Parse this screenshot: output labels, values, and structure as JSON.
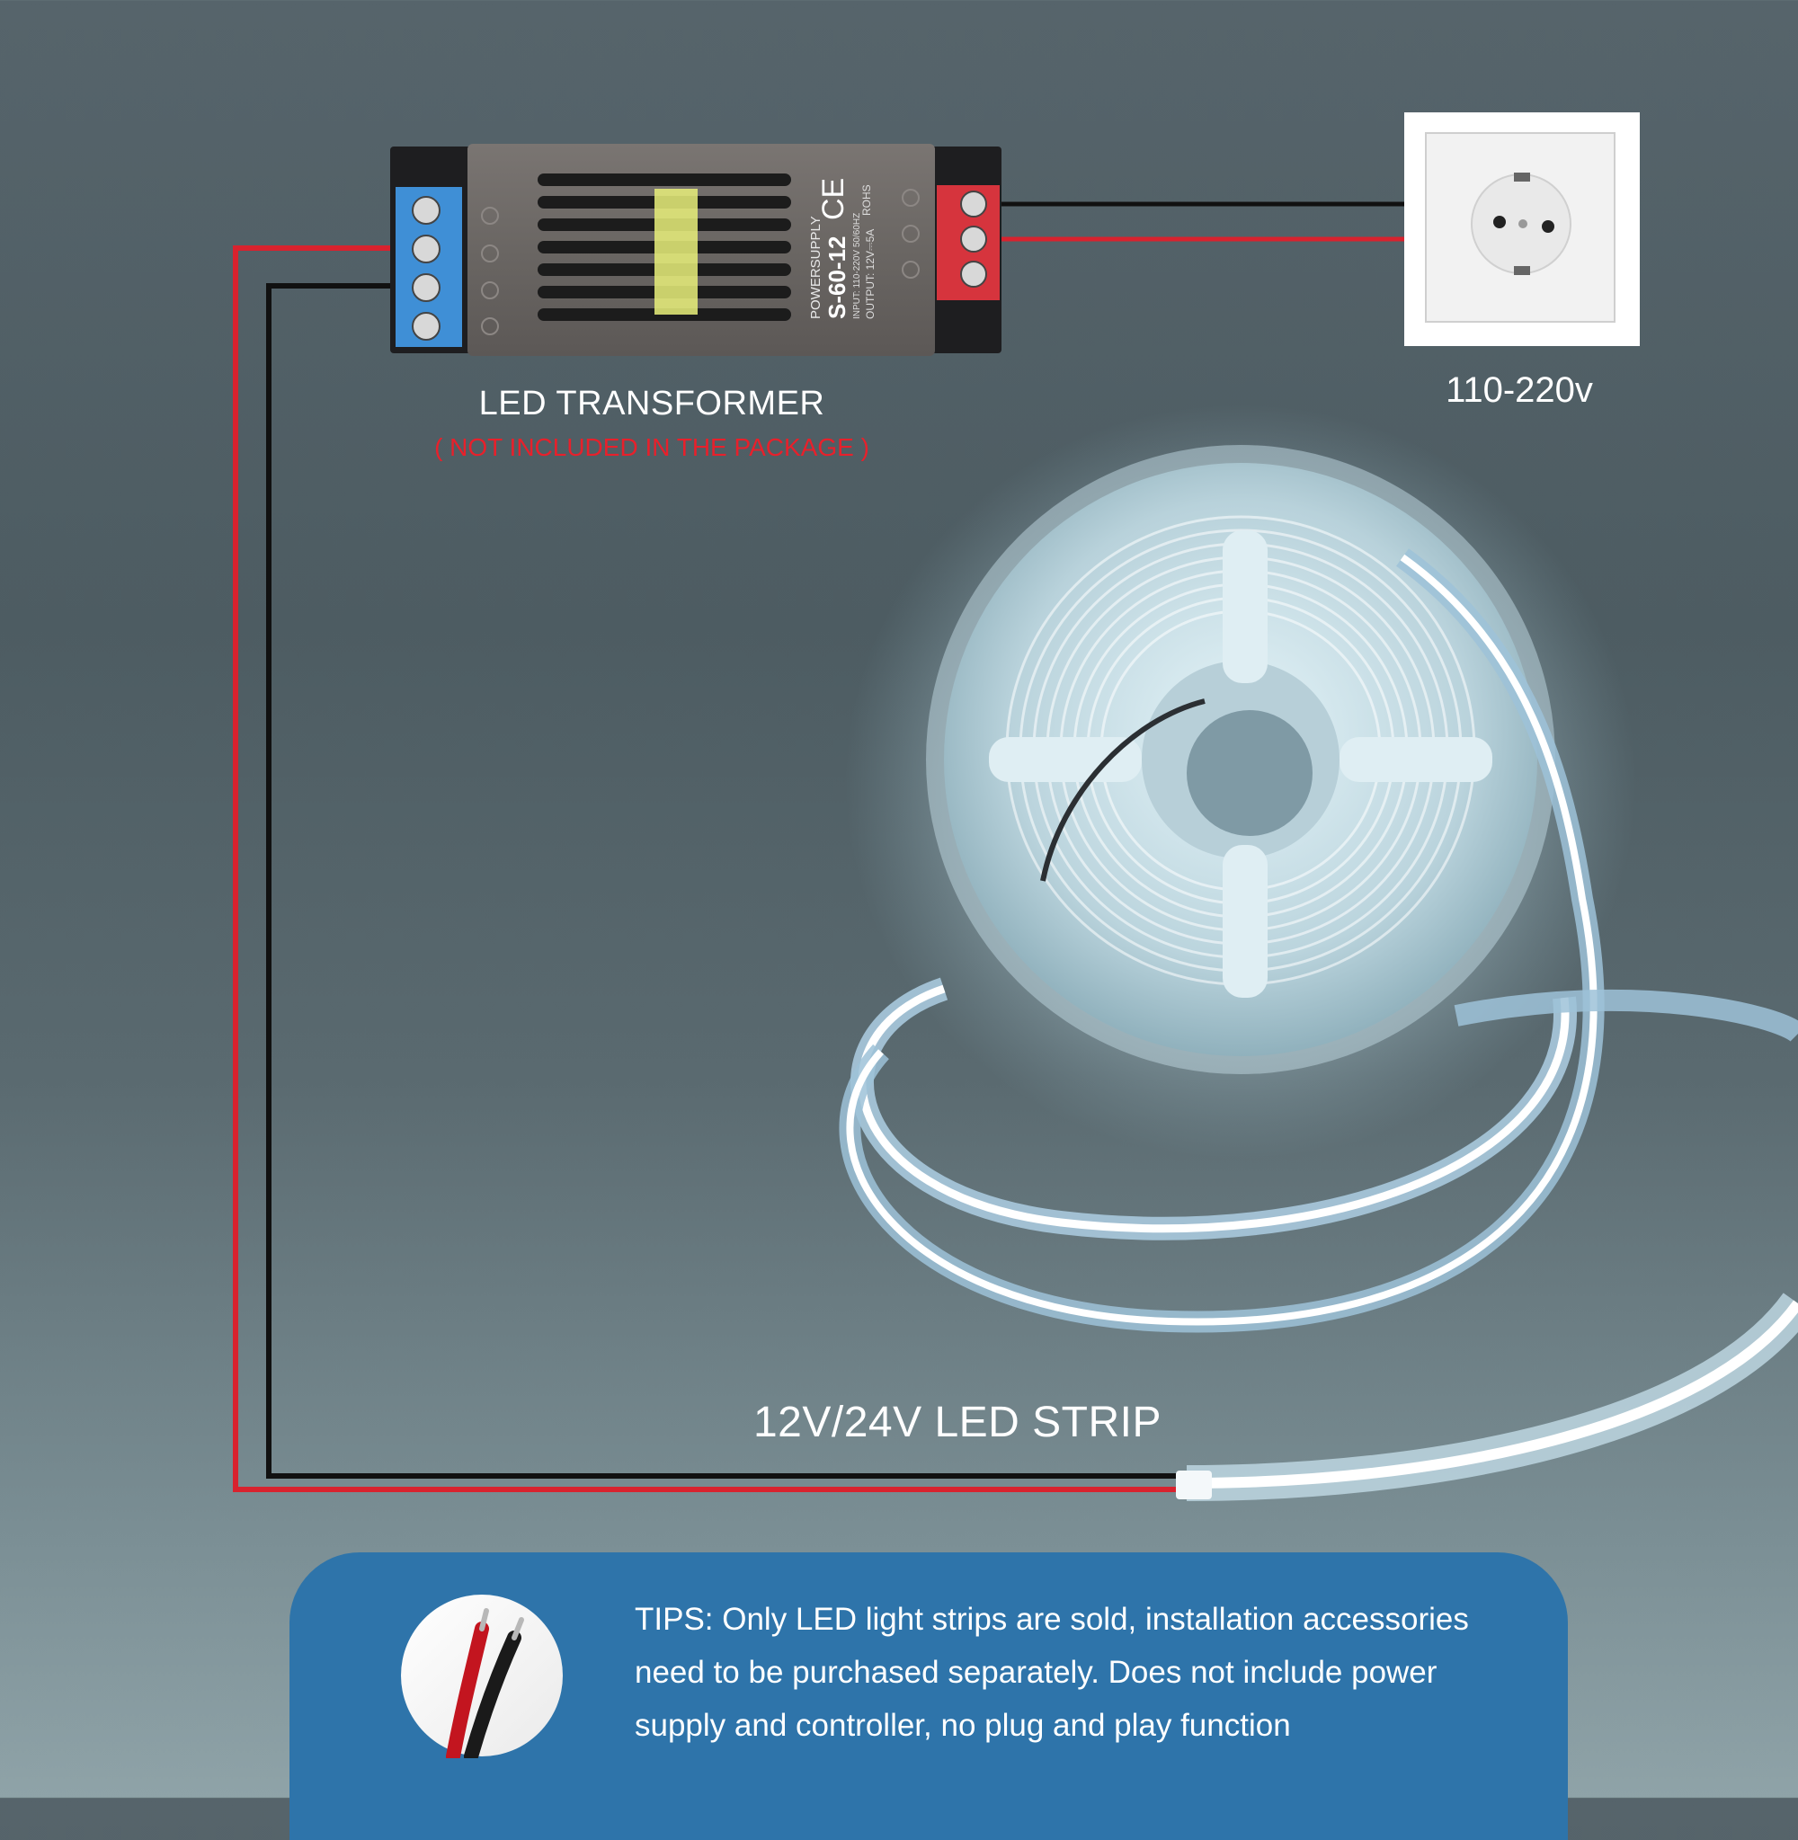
{
  "transformer": {
    "title": "LED TRANSFORMER",
    "note": "( NOT INCLUDED IN THE PACKAGE )",
    "brand": "POWERSUPPLY",
    "model": "S-60-12",
    "input_spec": "INPUT: 110-220V 50/60HZ",
    "output_spec": "OUTPUT: 12V⎓5A",
    "ce_mark": "CE",
    "rohs_mark": "ROHS"
  },
  "outlet": {
    "voltage_label": "110-220v"
  },
  "strip": {
    "label": "12V/24V LED STRIP"
  },
  "tips": {
    "text": "TIPS: Only LED light strips are sold, installation accessories need to be purchased separately. Does not include power supply and controller, no plug and play function"
  },
  "colors": {
    "wire_red": "#d8222e",
    "wire_black": "#111111",
    "note_red": "#e8202b",
    "tips_panel": "#2e74aa",
    "terminal_blue": "#3f8fd6",
    "terminal_red": "#d6343d"
  }
}
